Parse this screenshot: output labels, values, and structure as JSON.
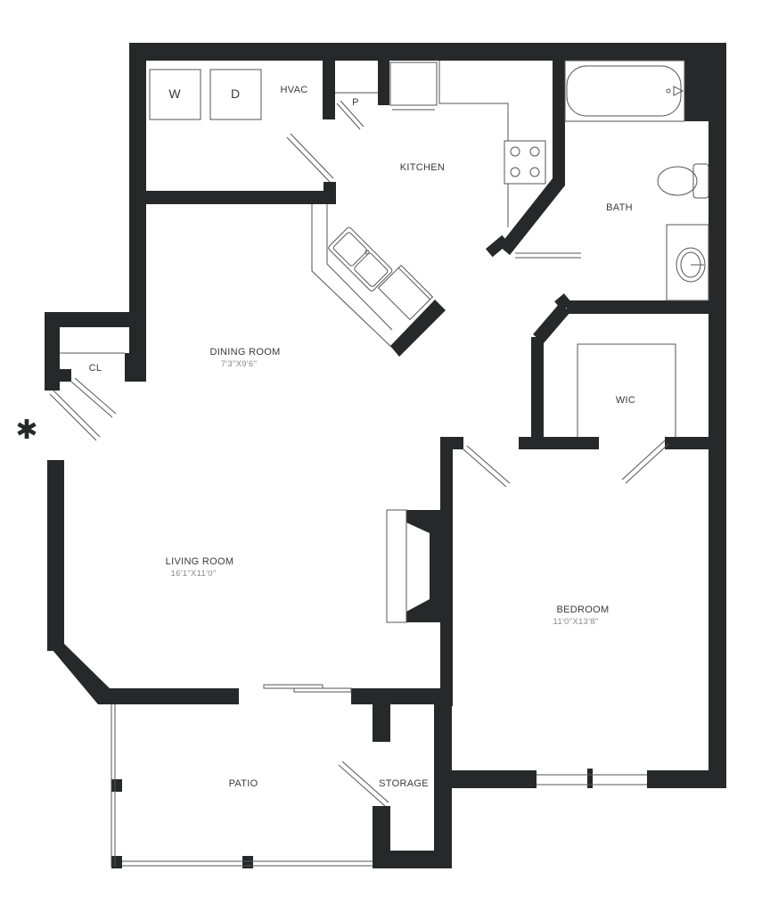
{
  "rooms": {
    "hvac": {
      "label": "HVAC"
    },
    "pantry": {
      "label": "P"
    },
    "kitchen": {
      "label": "KITCHEN"
    },
    "bath": {
      "label": "BATH"
    },
    "closet": {
      "label": "CL"
    },
    "dining": {
      "label": "DINING ROOM",
      "dimensions": "7'3\"X9'6\""
    },
    "wic": {
      "label": "WIC"
    },
    "living": {
      "label": "LIVING ROOM",
      "dimensions": "16'1\"X11'0\""
    },
    "bedroom": {
      "label": "BEDROOM",
      "dimensions": "11'0\"X13'8\""
    },
    "patio": {
      "label": "PATIO"
    },
    "storage": {
      "label": "STORAGE"
    }
  },
  "appliances": {
    "washer": "W",
    "dryer": "D"
  },
  "entry_marker": "✱"
}
